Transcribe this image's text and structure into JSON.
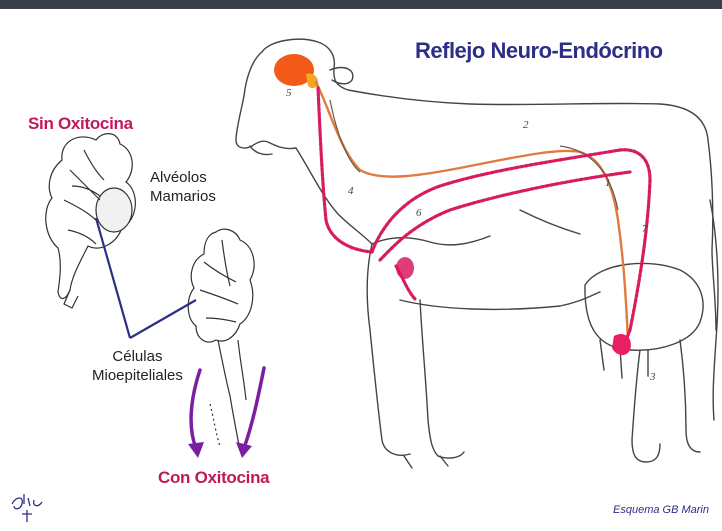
{
  "title": "Reflejo Neuro-Endócrino",
  "labels": {
    "sin_oxitocina": "Sin Oxitocina",
    "con_oxitocina": "Con Oxitocina",
    "alveolos_line1": "Alvéolos",
    "alveolos_line2": "Mamarios",
    "celulas_line1": "Células",
    "celulas_line2": "Mioepiteliales"
  },
  "credit": "Esquema GB Marin",
  "signature": "Elise",
  "path_numbers": [
    "1",
    "2",
    "3",
    "4",
    "5",
    "6",
    "7"
  ],
  "colors": {
    "title": "#2d2f86",
    "accent": "#c2185b",
    "nerve_path": "#e07a3f",
    "hormone_path": "#d81b60",
    "outline": "#444444",
    "pointer_lines": "#2d2f86"
  }
}
